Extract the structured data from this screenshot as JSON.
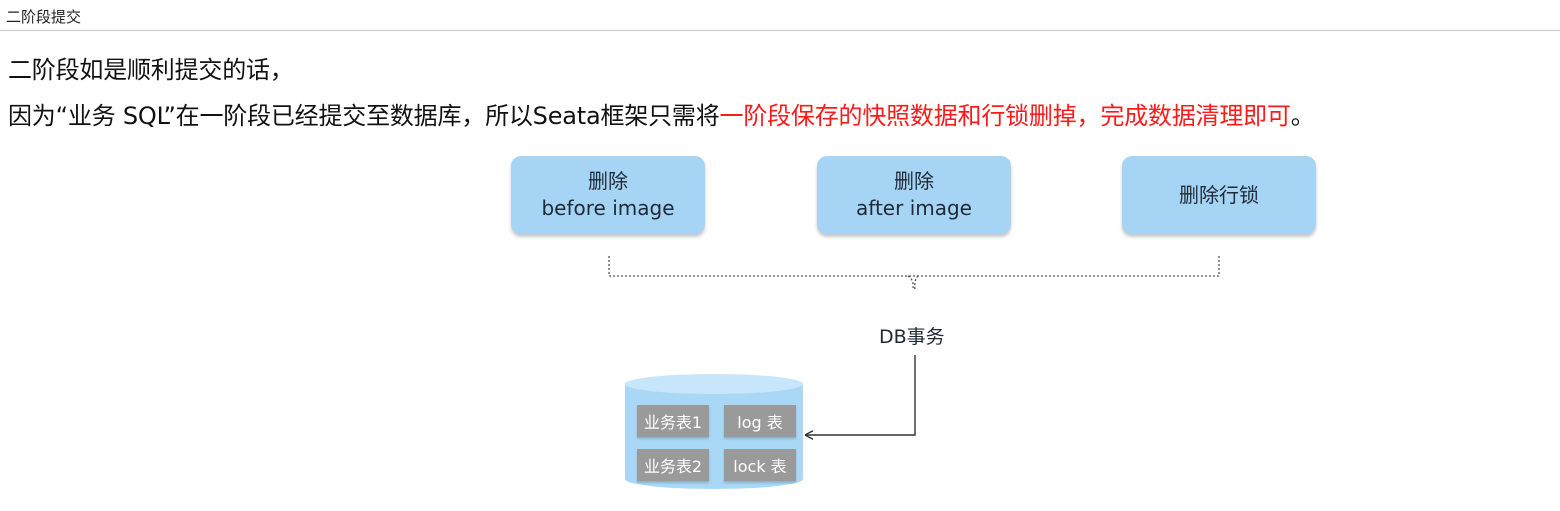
{
  "header": {
    "title": "二阶段提交"
  },
  "content": {
    "line1": "二阶段如是顺利提交的话，",
    "line2_normal": "因为“业务 SQL”在一阶段已经提交至数据库，所以Seata框架只需将",
    "line2_highlight": "一阶段保存的快照数据和行锁删掉，完成数据清理即可",
    "line2_end": "。"
  },
  "diagram": {
    "boxes": [
      {
        "line1": "删除",
        "line2": "before image"
      },
      {
        "line1": "删除",
        "line2": "after image"
      },
      {
        "line1": "删除行锁",
        "line2": ""
      }
    ],
    "db_label": "DB事务",
    "database": {
      "tables": [
        "业务表1",
        "log 表",
        "业务表2",
        "lock 表"
      ]
    }
  },
  "colors": {
    "highlight": "#ff1a1a",
    "box_fill": "#a5d4f5",
    "cylinder_fill": "#a9d8f6",
    "cell_fill": "#9a9a9a"
  }
}
